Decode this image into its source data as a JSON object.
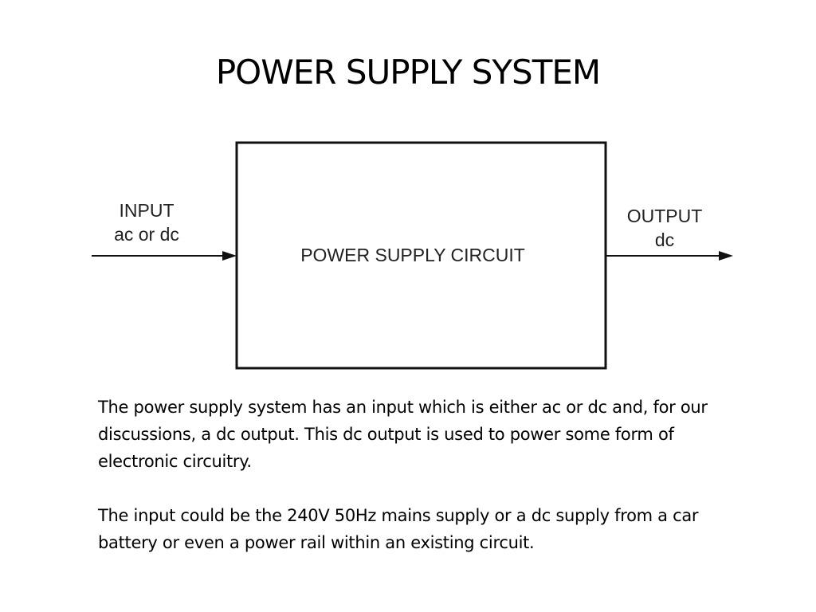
{
  "slide": {
    "title": "POWER SUPPLY SYSTEM"
  },
  "diagram": {
    "block_label": "POWER SUPPLY CIRCUIT",
    "input": {
      "line1": "INPUT",
      "line2": "ac or dc"
    },
    "output": {
      "line1": "OUTPUT",
      "line2": "dc"
    }
  },
  "body": {
    "paragraph1": "The power supply system has an input which is either ac or dc and, for our discussions, a dc output. This dc output is used to power some form of electronic circuitry.",
    "paragraph2": "The input could be the 240V 50Hz mains supply or a dc supply from a car battery or even a power rail within an existing circuit."
  }
}
